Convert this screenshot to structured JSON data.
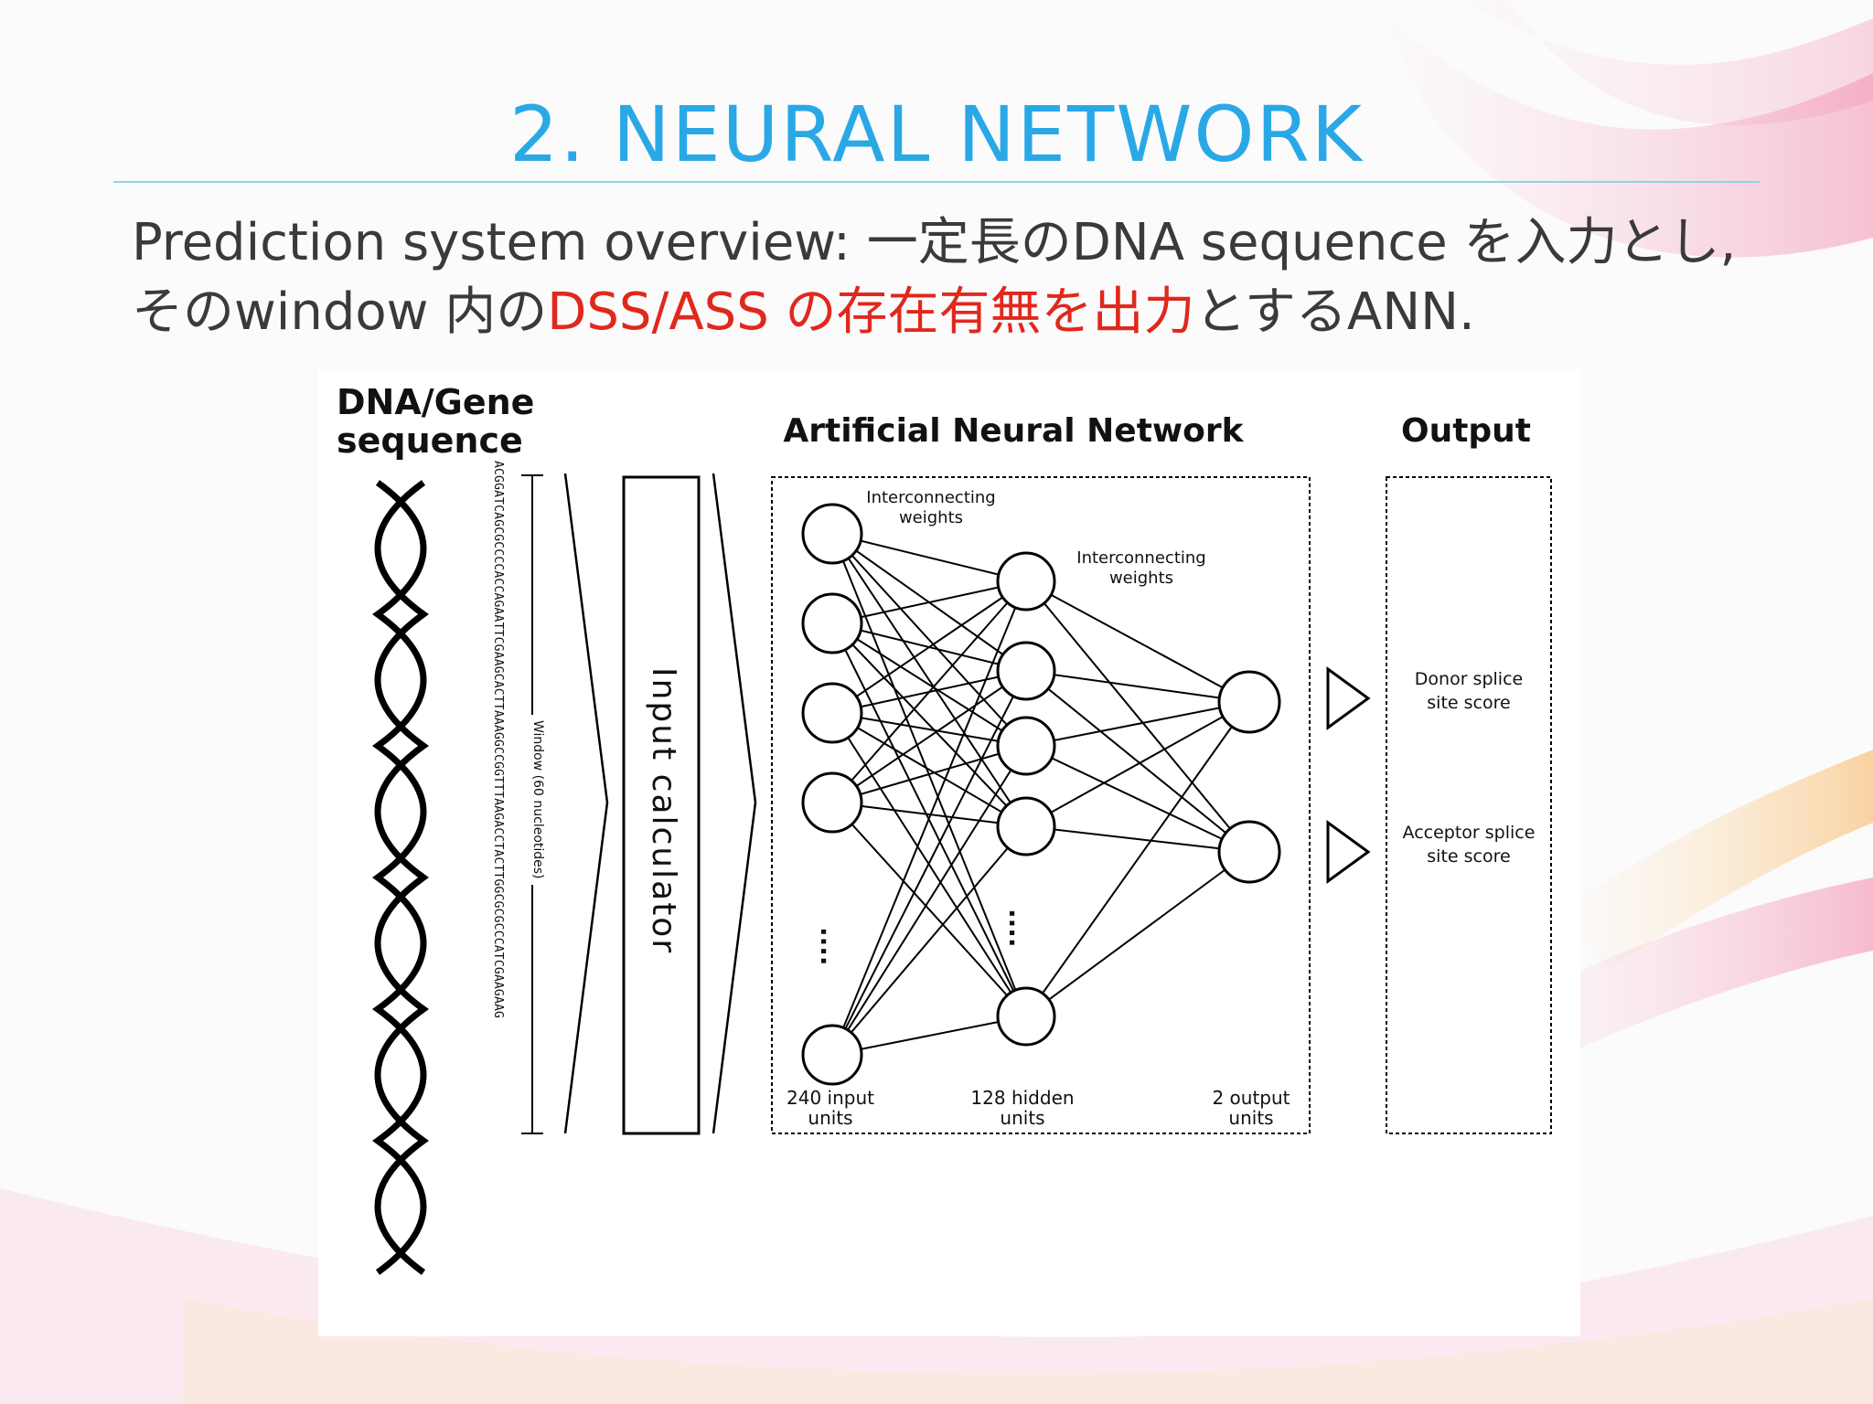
{
  "slide": {
    "title": "2. NEURAL NETWORK",
    "line1": "Prediction system overview: 一定長のDNA sequence を入力とし,",
    "line2_prefix": "そのwindow 内の",
    "line2_red": "DSS/ASS の存在有無を出力",
    "line2_suffix": "とするANN."
  },
  "diagram": {
    "dna_label_1": "DNA/Gene",
    "dna_label_2": "sequence",
    "sequence": "ACGGATCAGCGCCCCACCAGAATTCGAAGCACTTAAAGGCCGGTTTAAGACCTACTTGGCGCGCCCATCGAAGAAG",
    "window_label": "Window (60 nucleotides)",
    "input_calculator": "Input calculator",
    "ann_title": "Artificial Neural Network",
    "output_title": "Output",
    "weights_1_a": "Interconnecting",
    "weights_1_b": "weights",
    "weights_2_a": "Interconnecting",
    "weights_2_b": "weights",
    "input_units_a": "240 input",
    "input_units_b": "units",
    "hidden_units_a": "128 hidden",
    "hidden_units_b": "units",
    "output_units_a": "2 output",
    "output_units_b": "units",
    "donor_a": "Donor splice",
    "donor_b": "site score",
    "acceptor_a": "Acceptor splice",
    "acceptor_b": "site score",
    "ellipsis": "...."
  }
}
